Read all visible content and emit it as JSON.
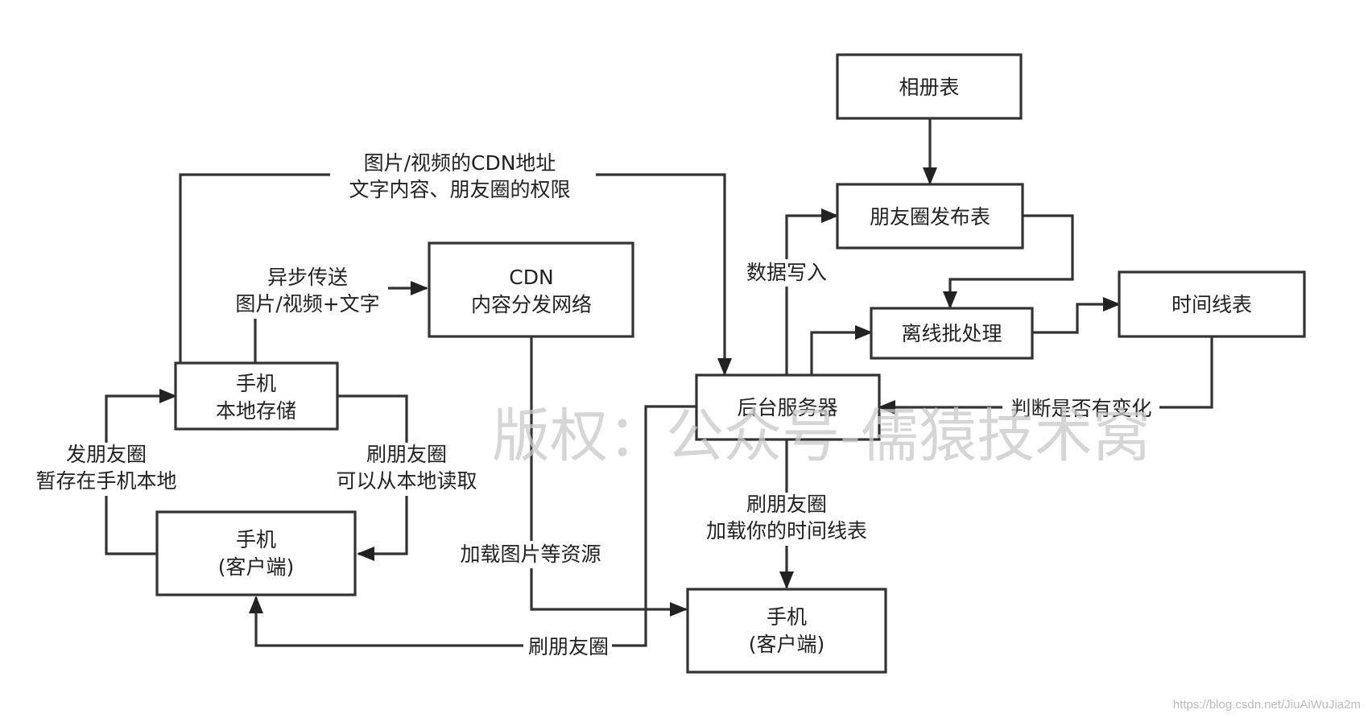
{
  "nodes": {
    "album_table": "相册表",
    "moments_publish_table": "朋友圈发布表",
    "offline_batch": "离线批处理",
    "timeline_table": "时间线表",
    "cdn_line1": "CDN",
    "cdn_line2": "内容分发网络",
    "phone_storage_line1": "手机",
    "phone_storage_line2": "本地存储",
    "phone_client_left_line1": "手机",
    "phone_client_left_line2": "(客户端)",
    "backend_server": "后台服务器",
    "phone_client_right_line1": "手机",
    "phone_client_right_line2": "(客户端)"
  },
  "edges": {
    "cdn_address_line1": "图片/视频的CDN地址",
    "cdn_address_line2": "文字内容、朋友圈的权限",
    "async_send_line1": "异步传送",
    "async_send_line2": "图片/视频+文字",
    "data_write": "数据写入",
    "post_moment_line1": "发朋友圈",
    "post_moment_line2": "暂存在手机本地",
    "refresh_local_line1": "刷朋友圈",
    "refresh_local_line2": "可以从本地读取",
    "judge_change": "判断是否有变化",
    "refresh_timeline_line1": "刷朋友圈",
    "refresh_timeline_line2": "加载你的时间线表",
    "load_resources": "加载图片等资源",
    "refresh_moments": "刷朋友圈"
  },
  "watermark": "版权：公众号-儒猿技术窝",
  "url": "https://blog.csdn.net/JiuAiWuJia2m",
  "colors": {
    "stroke": "#333333",
    "text": "#222222",
    "watermark": "#c9c9c9",
    "background": "#ffffff"
  }
}
